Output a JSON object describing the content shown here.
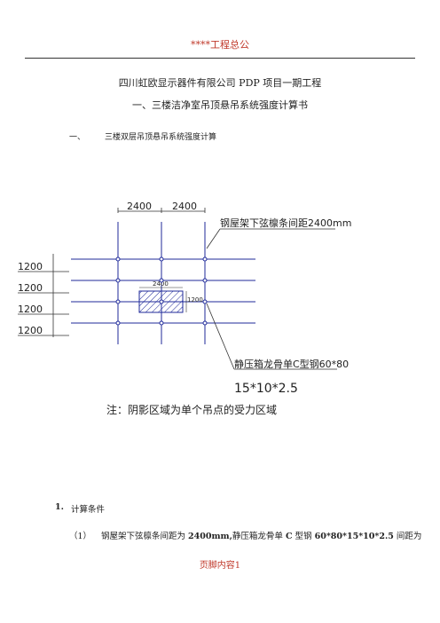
{
  "header": {
    "text": "****工程总公"
  },
  "titles": {
    "project": "四川虹欧显示器件有限公司 PDP 项目一期工程",
    "book": "一、三楼洁净室吊顶悬吊系统强度计算书"
  },
  "section": {
    "number": "一、",
    "title": "三楼双层吊顶悬吊系统强度计算"
  },
  "drawing": {
    "dim_top_1": "2400",
    "dim_top_2": "2400",
    "dim_left": [
      "1200",
      "1200",
      "1200",
      "1200"
    ],
    "inner_dim_w": "2400",
    "inner_dim_h": "1200",
    "label_purlin": "钢屋架下弦檩条间距2400mm",
    "label_keel_1": "静压箱龙骨单C型钢60*80",
    "label_keel_2": "15*10*2.5",
    "note": "注：阴影区域为单个吊点的受力区域"
  },
  "conditions": {
    "number": "1.",
    "title": "计算条件"
  },
  "paragraph": {
    "number": "（1）",
    "t1": "钢屋架下弦檩条间距为",
    "b1": "2400mm,",
    "t2": "静压箱龙骨单",
    "b2": "C",
    "t3": "型钢",
    "b3": "60*80*15*10*2.5",
    "t4": "间距为"
  },
  "footer": {
    "text": "页脚内容1"
  }
}
